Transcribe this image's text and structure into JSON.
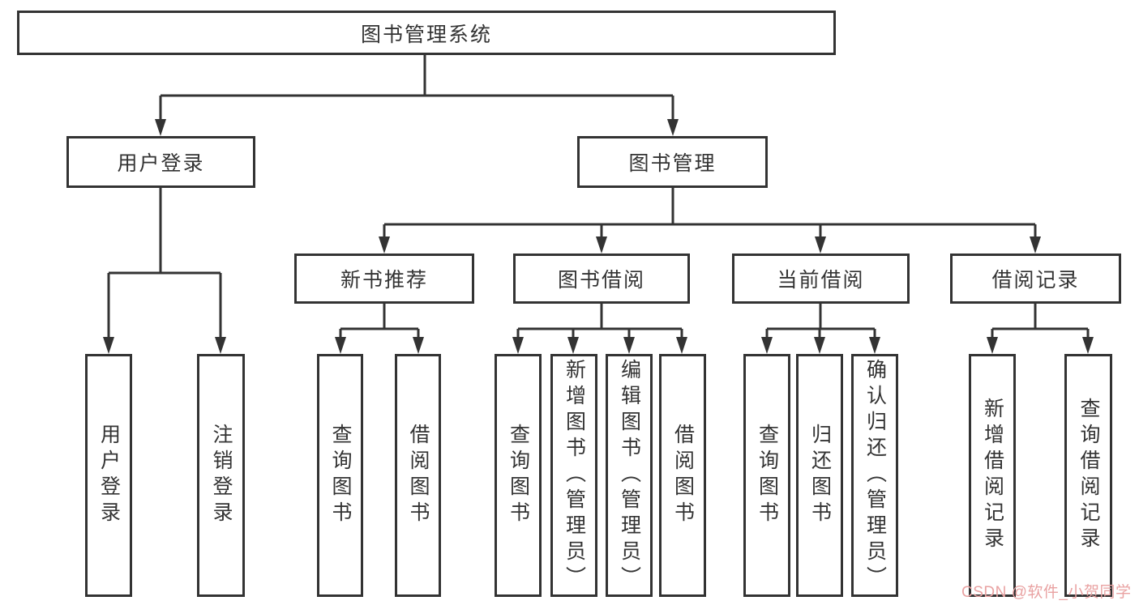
{
  "tree": {
    "label": "图书管理系统",
    "children": [
      {
        "label": "用户登录",
        "children": [
          {
            "label": "用户登录"
          },
          {
            "label": "注销登录"
          }
        ]
      },
      {
        "label": "图书管理",
        "children": [
          {
            "label": "新书推荐",
            "children": [
              {
                "label": "查询图书"
              },
              {
                "label": "借阅图书"
              }
            ]
          },
          {
            "label": "图书借阅",
            "children": [
              {
                "label": "查询图书"
              },
              {
                "label": "新增图书（管理员）"
              },
              {
                "label": "编辑图书（管理员）"
              },
              {
                "label": "借阅图书"
              }
            ]
          },
          {
            "label": "当前借阅",
            "children": [
              {
                "label": "查询图书"
              },
              {
                "label": "归还图书"
              },
              {
                "label": "确认归还（管理员）"
              }
            ]
          },
          {
            "label": "借阅记录",
            "children": [
              {
                "label": "新增借阅记录"
              },
              {
                "label": "查询借阅记录"
              }
            ]
          }
        ]
      }
    ]
  },
  "watermark": {
    "text": "CSDN @软件_小贺同学",
    "color": "#e9a2a2"
  },
  "colors": {
    "line": "#333333",
    "box_border": "#333333",
    "text": "#333333",
    "background": "#ffffff"
  }
}
